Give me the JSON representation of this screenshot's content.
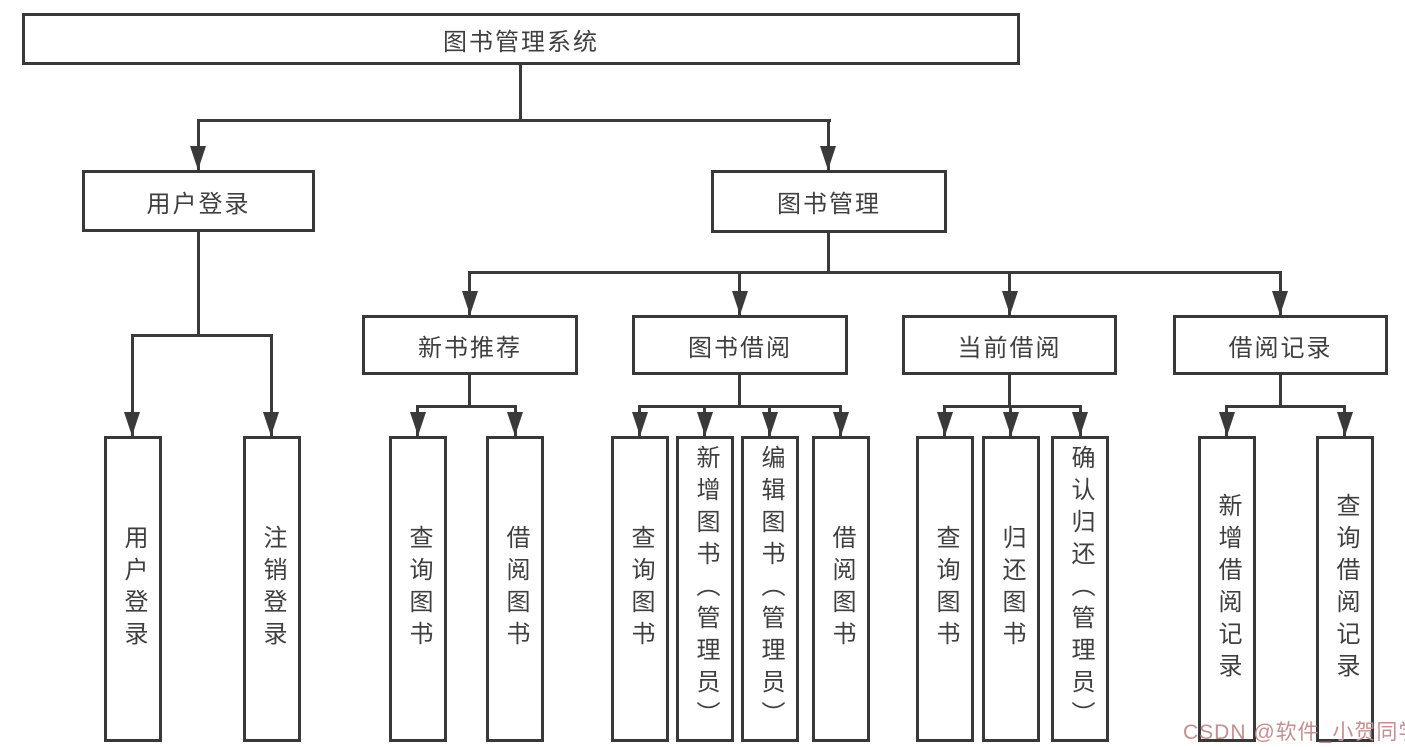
{
  "diagram": {
    "type": "hierarchy-tree",
    "colors": {
      "line": "#3a3a3a",
      "box_border": "#383838",
      "text": "#3f3f3f",
      "background": "#ffffff",
      "watermark": "#c68f8f"
    }
  },
  "tree": {
    "root": "图书管理系统",
    "user_login": {
      "label": "用户登录",
      "children": [
        {
          "label": "用户登录"
        },
        {
          "label": "注销登录"
        }
      ]
    },
    "book_mgmt": {
      "label": "图书管理",
      "groups": [
        {
          "label": "新书推荐",
          "children": [
            {
              "label": "查询图书"
            },
            {
              "label": "借阅图书"
            }
          ]
        },
        {
          "label": "图书借阅",
          "children": [
            {
              "label": "查询图书"
            },
            {
              "label": "新增图书（管理员）"
            },
            {
              "label": "编辑图书（管理员）"
            },
            {
              "label": "借阅图书"
            }
          ]
        },
        {
          "label": "当前借阅",
          "children": [
            {
              "label": "查询图书"
            },
            {
              "label": "归还图书"
            },
            {
              "label": "确认归还（管理员）"
            }
          ]
        },
        {
          "label": "借阅记录",
          "children": [
            {
              "label": "新增借阅记录"
            },
            {
              "label": "查询借阅记录"
            }
          ]
        }
      ]
    }
  },
  "watermark": "CSDN @软件_小贺同学"
}
